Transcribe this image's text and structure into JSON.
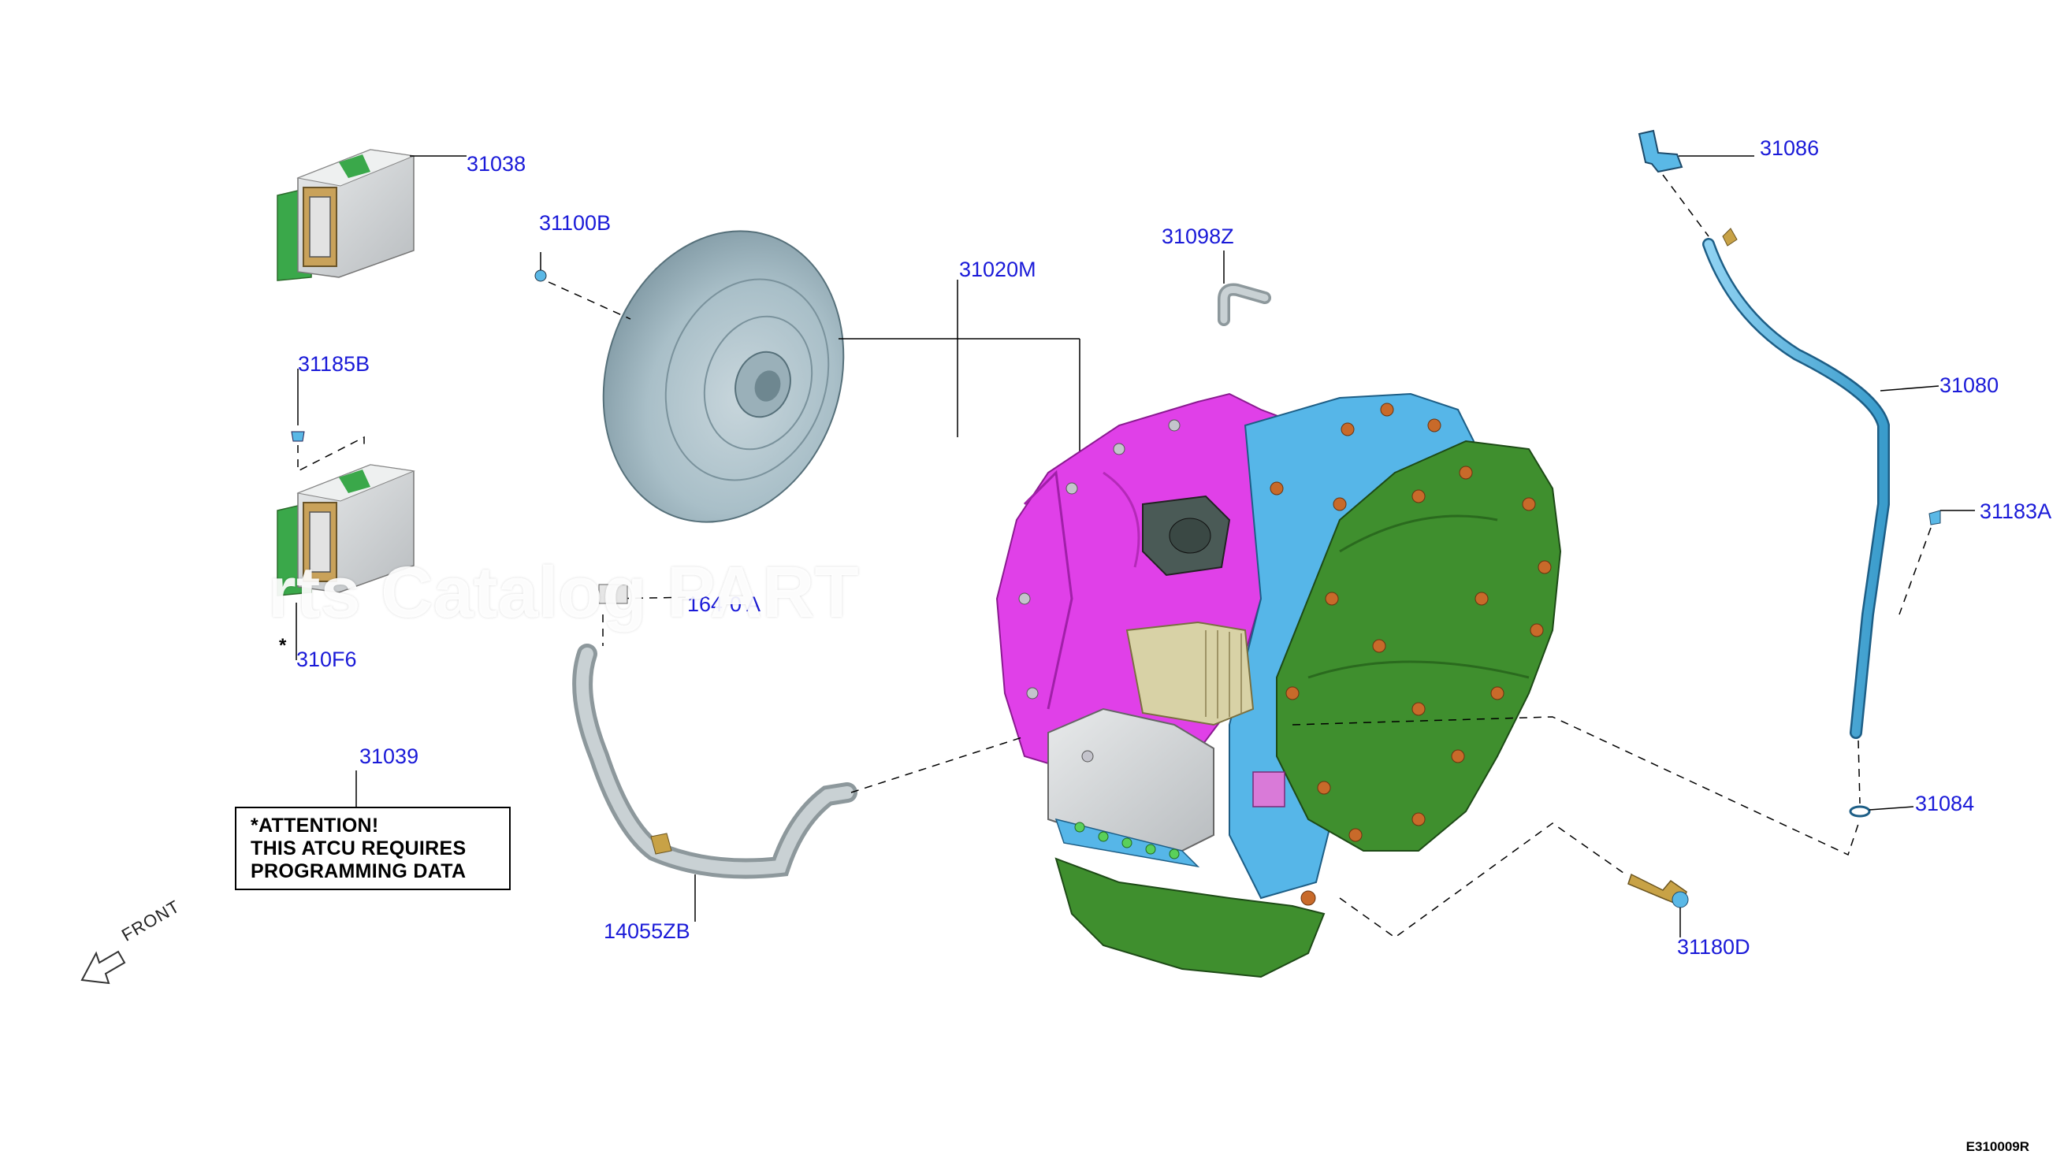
{
  "diagram": {
    "callouts": [
      {
        "id": "31038",
        "label": "31038"
      },
      {
        "id": "31100B",
        "label": "31100B"
      },
      {
        "id": "31020M",
        "label": "31020M"
      },
      {
        "id": "31098Z",
        "label": "31098Z"
      },
      {
        "id": "31086",
        "label": "31086"
      },
      {
        "id": "31080",
        "label": "31080"
      },
      {
        "id": "31183A",
        "label": "31183A"
      },
      {
        "id": "31185B",
        "label": "31185B"
      },
      {
        "id": "310F6",
        "label": "310F6"
      },
      {
        "id": "31039",
        "label": "31039"
      },
      {
        "id": "14055ZB",
        "label": "14055ZB"
      },
      {
        "id": "31180D",
        "label": "31180D"
      },
      {
        "id": "31084",
        "label": "31084"
      },
      {
        "id": "164",
        "label": "164"
      },
      {
        "id": "0A",
        "label": "0 A"
      }
    ],
    "attention_note": {
      "line1": "*ATTENTION!",
      "line2": "THIS ATCU REQUIRES",
      "line3": "PROGRAMMING DATA"
    },
    "asterisk": "*",
    "front_label": "FRONT",
    "drawing_id": "E310009R",
    "watermark": "rts Catalog PART"
  },
  "colors": {
    "callout_text": "#1a1ad8",
    "case_magenta": "#e040e8",
    "case_blue": "#56b6e8",
    "case_green": "#3f8f2e",
    "converter_gray": "#a9bfc8",
    "tube_blue": "#5ab8e6",
    "hose_gray": "#b8c2c6",
    "module_gray": "#d6d9db",
    "bolt_orange": "#c86a2a"
  }
}
